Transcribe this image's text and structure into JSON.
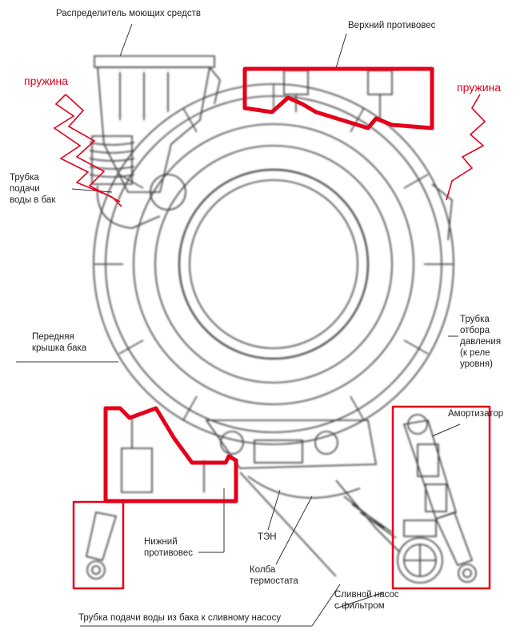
{
  "labels": {
    "detergent_dispenser": "Распределитель моющих средств",
    "top_counterweight": "Верхний противовес",
    "spring_left": "пружина",
    "spring_right": "пружина",
    "inlet_tube": "Трубка\nподачи\nводы в бак",
    "front_cover": "Передняя\nкрышка бака",
    "pressure_tube": "Трубка\nотбора\nдавления\n(к реле\nуровня)",
    "shock_absorber": "Амортизатор",
    "bottom_counterweight": "Нижний\nпротивовес",
    "heater": "ТЭН",
    "thermostat": "Колба\nтермостата",
    "drain_pump": "Сливной насос\nс фильтром",
    "drain_tube": "Трубка подачи воды из бака к сливному насосу"
  },
  "colors": {
    "highlight": "#e4001b",
    "line": "#3a3a3a",
    "text": "#222222"
  }
}
